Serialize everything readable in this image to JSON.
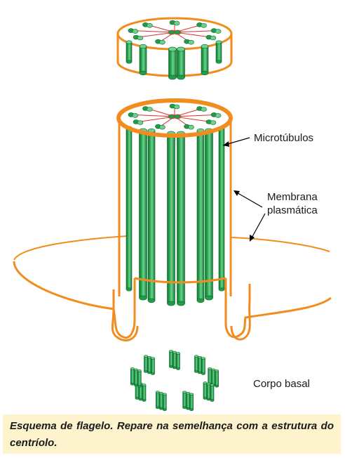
{
  "labels": {
    "microtubulos": "Microtúbulos",
    "membrana_line1": "Membrana",
    "membrana_line2": "plasmática",
    "corpo_basal": "Corpo basal"
  },
  "caption": "Esquema de flagelo. Repare na semelhança com a estrutura do centríolo.",
  "colors": {
    "membrane": "#f28c1e",
    "microtubule": "#1f9e4a",
    "microtubule_dark": "#0f6b2e",
    "microtubule_light": "#6fd08f",
    "spokes": "#d8312a",
    "caption_bg": "#fdf3cc"
  }
}
